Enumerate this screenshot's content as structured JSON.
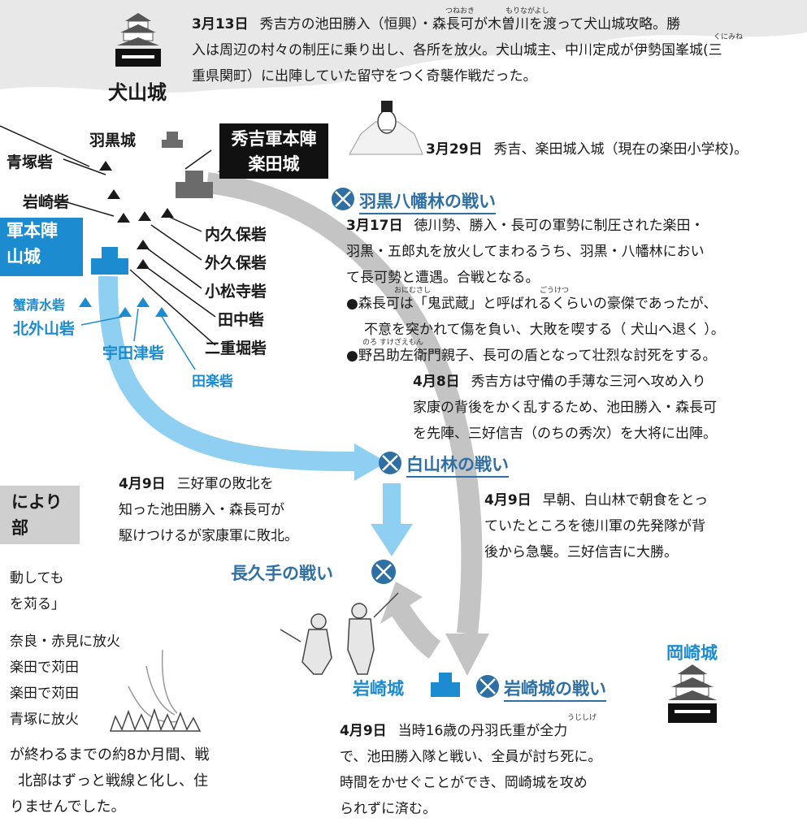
{
  "colors": {
    "blue": "#1c8bd0",
    "battle": "#2e6fa6",
    "gray_arrow": "#c4c4c4",
    "light_blue_arrow": "#8fd0f2",
    "dark_castle": "#6b6b6b",
    "grass_fire": "#bfbfbf"
  },
  "inuyama": {
    "name": "犬山城",
    "date": "3月13日",
    "lines": [
      "秀吉方の池田勝入（恒興）・森長可が木曽川を渡って犬山城攻略。勝",
      "入は周辺の村々の制圧に乗り出し、各所を放火。犬山城主、中川定成が伊勢国峯城(三",
      "重県関町）に出陣していた留守をつく奇襲作戦だった。"
    ],
    "ruby": {
      "tsuneoki": "つねおき",
      "moriyoshi": "もりながよし",
      "kunimine": "くにみね"
    }
  },
  "forts_black": [
    "羽黒城",
    "青塚砦",
    "岩崎砦",
    "内久保砦",
    "外久保砦",
    "小松寺砦",
    "田中砦",
    "二重堀砦"
  ],
  "forts_blue": [
    "蟹清水砦",
    "北外山砦",
    "宇田津砦",
    "田楽砦"
  ],
  "left_box": {
    "line1": "軍本陣",
    "line2": "山城"
  },
  "hideyoshi_hq": {
    "line1": "秀吉軍本陣",
    "line2": "楽田城"
  },
  "gakuden": {
    "date": "3月29日",
    "text": "秀吉、楽田城入城（現在の楽田小学校)。"
  },
  "haguro_battle": {
    "title": "羽黒八幡林の戦い",
    "date": "3月17日",
    "lines": [
      "徳川勢、勝入・長可の軍勢に制圧された楽田・",
      "羽黒・五郎丸を放火してまわるうち、羽黒・八幡林におい",
      "て長可勢と遭遇。合戦となる。"
    ],
    "bullet1_l1": "森長可は「鬼武蔵」と呼ばれるくらいの豪傑であったが、",
    "bullet1_l2": "不意を突かれて傷を負い、大敗を喫する（ 犬山へ退く ）。",
    "bullet2": "野呂助左衛門親子、長可の盾となって壮烈な討死をする。",
    "ruby": {
      "onimusashi": "おにむさし",
      "goketsu": "ごうけつ",
      "noro": "のろ すけざえもん"
    }
  },
  "april8": {
    "date": "4月8日",
    "lines": [
      "秀吉方は守備の手薄な三河へ攻め入り",
      "家康の背後をかく乱するため、池田勝入・森長可",
      "を先陣、三好信吉（のちの秀次）を大将に出陣。"
    ]
  },
  "hakusan_battle": {
    "title": "白山林の戦い"
  },
  "april9_left": {
    "date": "4月9日",
    "lines": [
      "三好軍の敗北を",
      "知った池田勝入・森長可が",
      "駆けつけるが家康軍に敗北。"
    ]
  },
  "april9_right": {
    "date": "4月9日",
    "lines": [
      "早朝、白山林で朝食をとっ",
      "ていたところを徳川軍の先発隊が背",
      "後から急襲。三好信吉に大勝。"
    ]
  },
  "nagakute_battle": {
    "title": "長久手の戦い"
  },
  "gray_box": {
    "line1": "により",
    "line2": "部"
  },
  "left_text": {
    "lines1": [
      "動しても",
      "を苅る」"
    ],
    "lines2": [
      "奈良・赤見に放火",
      "楽田で苅田",
      "楽田で苅田",
      "青塚に放火"
    ]
  },
  "bottom_left": {
    "lines": [
      "が終わるまでの約8か月間、戦",
      "北部はずっと戦線と化し、住",
      "りませんでした。"
    ]
  },
  "iwasaki": {
    "castle": "岩崎城",
    "battle": "岩崎城の戦い",
    "date": "4月9日",
    "lines": [
      "当時16歳の丹羽氏重が全力",
      "で、池田勝入隊と戦い、全員が討ち死に。",
      "時間をかせぐことができ、岡崎城を攻め",
      "られずに済む。"
    ],
    "ruby": "うじしげ"
  },
  "okazaki": {
    "name": "岡崎城"
  }
}
